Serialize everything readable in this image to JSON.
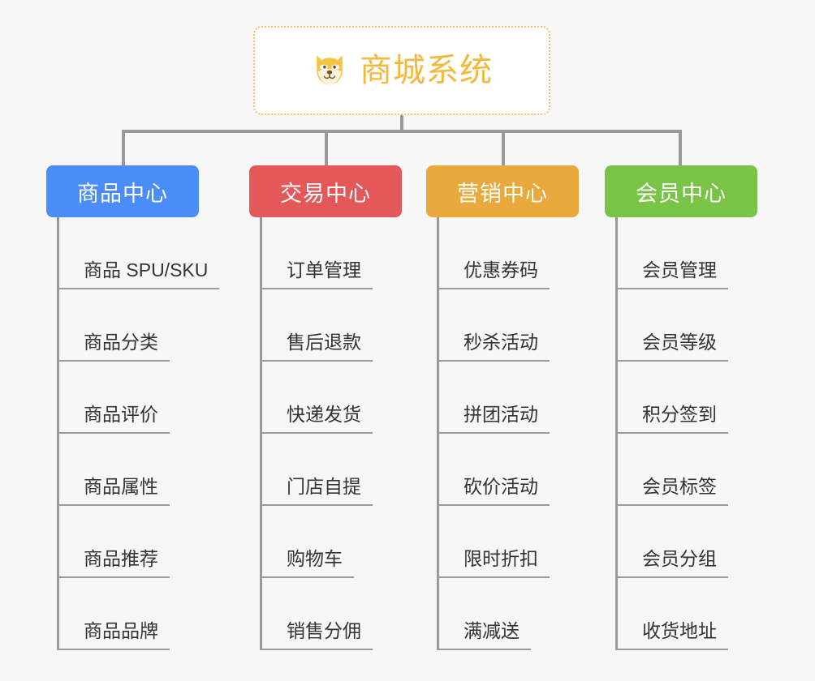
{
  "background_color": "#f7f7f7",
  "root": {
    "title": "商城系统",
    "icon": "shiba-dog-icon",
    "text_color": "#f2b93c",
    "border_color": "#f2c06a",
    "background_color": "#ffffff"
  },
  "connector_color": "#9a9a9a",
  "branches": [
    {
      "label": "商品中心",
      "color": "#4b8df8",
      "items": [
        "商品 SPU/SKU",
        "商品分类",
        "商品评价",
        "商品属性",
        "商品推荐",
        "商品品牌"
      ]
    },
    {
      "label": "交易中心",
      "color": "#e5585a",
      "items": [
        "订单管理",
        "售后退款",
        "快递发货",
        "门店自提",
        "购物车",
        "销售分佣"
      ]
    },
    {
      "label": "营销中心",
      "color": "#e9a93c",
      "items": [
        "优惠券码",
        "秒杀活动",
        "拼团活动",
        "砍价活动",
        "限时折扣",
        "满减送"
      ]
    },
    {
      "label": "会员中心",
      "color": "#79c447",
      "items": [
        "会员管理",
        "会员等级",
        "积分签到",
        "会员标签",
        "会员分组",
        "收货地址"
      ]
    }
  ]
}
